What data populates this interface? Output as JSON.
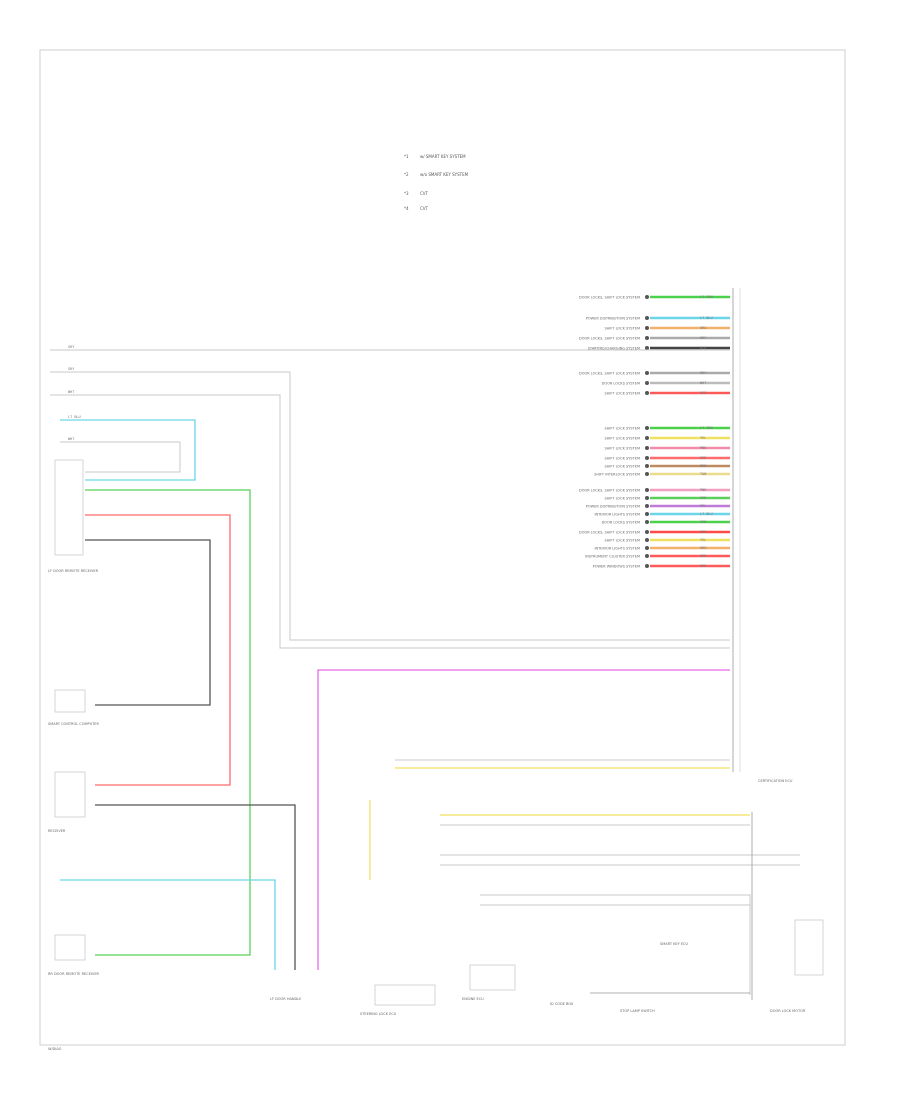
{
  "legend": [
    {
      "marker": "*1",
      "text": "w/ SMART KEY SYSTEM"
    },
    {
      "marker": "*2",
      "text": "w/o SMART KEY SYSTEM"
    },
    {
      "marker": "*3",
      "text": "CVT"
    },
    {
      "marker": "*4",
      "text": "CVT"
    }
  ],
  "right_systems": [
    {
      "text": "DOOR LOCKS, SHIFT LOCK SYSTEM",
      "wire": "LT GRN",
      "color": "#4cd14c"
    },
    {
      "text": "POWER DISTRIBUTION SYSTEM",
      "wire": "LT BLU",
      "color": "#6ad6e8"
    },
    {
      "text": "SHIFT LOCK SYSTEM",
      "wire": "ORG",
      "color": "#f2b06a"
    },
    {
      "text": "DOOR LOCKS, SHIFT LOCK SYSTEM",
      "wire": "GRY",
      "color": "#aaaaaa"
    },
    {
      "text": "STARTING/CHARGING SYSTEM",
      "wire": "BLK",
      "color": "#444444"
    },
    {
      "text": "DOOR LOCKS, SHIFT LOCK SYSTEM",
      "wire": "GRY",
      "color": "#aaaaaa"
    },
    {
      "text": "DOOR LOCKS SYSTEM",
      "wire": "WHT",
      "color": "#bbbbbb"
    },
    {
      "text": "SHIFT LOCK SYSTEM",
      "wire": "RED",
      "color": "#ff5a5a"
    },
    {
      "text": "SHIFT LOCK SYSTEM",
      "wire": "LT GRN",
      "color": "#4cd14c"
    },
    {
      "text": "SHIFT LOCK SYSTEM",
      "wire": "YEL",
      "color": "#f0e060"
    },
    {
      "text": "SHIFT LOCK SYSTEM",
      "wire": "PNK",
      "color": "#f28aa8"
    },
    {
      "text": "SHIFT LOCK SYSTEM",
      "wire": "RED",
      "color": "#ff6a6a"
    },
    {
      "text": "SHIFT LOCK SYSTEM",
      "wire": "BRN",
      "color": "#c08a60"
    },
    {
      "text": "SHIFT INTERLOCK SYSTEM",
      "wire": "TAN",
      "color": "#eadc8a"
    },
    {
      "text": "DOOR LOCKS, SHIFT LOCK SYSTEM",
      "wire": "PNK",
      "color": "#f2a0c0"
    },
    {
      "text": "SHIFT LOCK SYSTEM",
      "wire": "GRN",
      "color": "#5ad05a"
    },
    {
      "text": "POWER DISTRIBUTION SYSTEM",
      "wire": "PPL",
      "color": "#c07ad8"
    },
    {
      "text": "INTERIOR LIGHTS SYSTEM",
      "wire": "LT BLU",
      "color": "#6ad6e8"
    },
    {
      "text": "DOOR LOCKS SYSTEM",
      "wire": "GRN",
      "color": "#4cd14c"
    },
    {
      "text": "DOOR LOCKS, SHIFT LOCK SYSTEM",
      "wire": "RED",
      "color": "#ff4a4a"
    },
    {
      "text": "SHIFT LOCK SYSTEM",
      "wire": "YEL",
      "color": "#f0e060"
    },
    {
      "text": "INTERIOR LIGHTS SYSTEM",
      "wire": "ORG",
      "color": "#f2b06a"
    },
    {
      "text": "INSTRUMENT CLUSTER SYSTEM",
      "wire": "RED",
      "color": "#ff5a5a"
    },
    {
      "text": "POWER WINDOWS SYSTEM",
      "wire": "RED",
      "color": "#ff5a5a"
    }
  ],
  "left_wires": [
    "GRY",
    "GRY",
    "WHT",
    "LT BLU",
    "WHT"
  ],
  "components": {
    "left_top": "LF DOOR REMOTE RECEIVER",
    "left_mid": "SMART CONTROL COMPUTER",
    "left_mid2": "RECEIVER",
    "left_bot": "RR DOOR REMOTE RECEIVER",
    "main_ecu": "CERTIFICATION ECU",
    "bottom_1": "LF DOOR HANDLE",
    "bottom_2": "STEERING LOCK ECU",
    "bottom_3": "ENGINE ECU",
    "bottom_4": "ID CODE BOX",
    "bottom_5": "SMART KEY ECU",
    "bottom_6": "STOP LAMP SWITCH",
    "bottom_7": "DOOR LOCK MOTOR"
  },
  "footer": "W/DIAG"
}
